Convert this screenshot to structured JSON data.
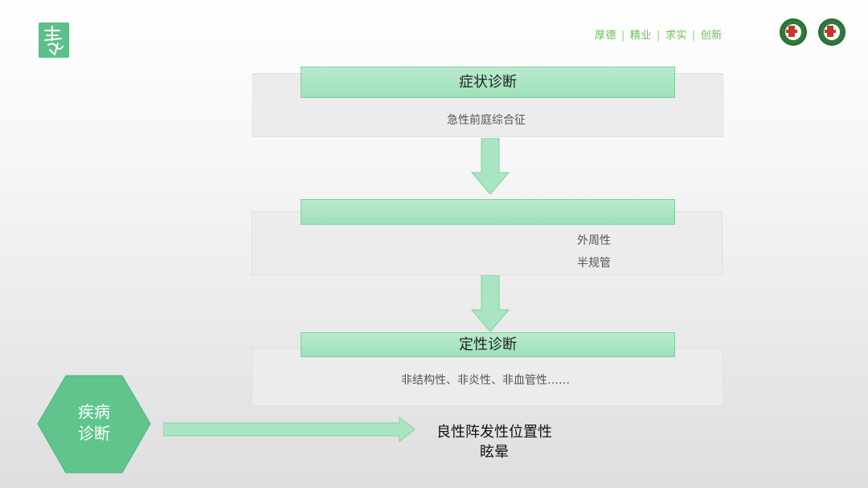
{
  "header": {
    "motto": [
      "厚德",
      "精业",
      "求实",
      "创新"
    ],
    "motto_separator": "|"
  },
  "steps": [
    {
      "title": "症状诊断",
      "lines": [
        "急性前庭综合征"
      ]
    },
    {
      "title": "",
      "lines": [
        "外周性",
        "半规管"
      ]
    },
    {
      "title": "定性诊断",
      "lines": [
        "非结构性、非炎性、非血管性……"
      ]
    }
  ],
  "disease": {
    "label_line1": "疾病",
    "label_line2": "诊断",
    "result_line1": "良性阵发性位置性",
    "result_line2": "眩晕"
  },
  "colors": {
    "bar_fill": "#a9e5c3",
    "bar_border": "#7fd0a2",
    "arrow_fill": "#a9e5c3",
    "hexagon_fill": "#5fc58d",
    "motto": "#6bbf4e",
    "seal": "#2f7a3b"
  }
}
